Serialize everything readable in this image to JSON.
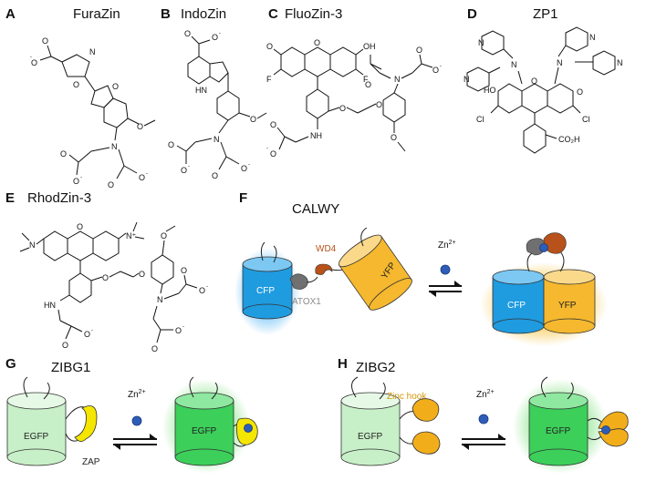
{
  "panels": {
    "A": {
      "letter": "A",
      "title": "FuraZin"
    },
    "B": {
      "letter": "B",
      "title": "IndoZin"
    },
    "C": {
      "letter": "C",
      "title": "FluoZin-3"
    },
    "D": {
      "letter": "D",
      "title": "ZP1"
    },
    "E": {
      "letter": "E",
      "title": "RhodZin-3"
    },
    "F": {
      "letter": "F",
      "title": "CALWY"
    },
    "G": {
      "letter": "G",
      "title": "ZIBG1"
    },
    "H": {
      "letter": "H",
      "title": "ZIBG2"
    }
  },
  "labels": {
    "cfp": "CFP",
    "yfp": "YFP",
    "atox1": "ATOX1",
    "wd4": "WD4",
    "egfp": "EGFP",
    "zap": "ZAP",
    "zinc_hook": "Zinc hook",
    "zn": "Zn",
    "zn_charge": "2+"
  },
  "atoms": {
    "o": "O",
    "n": "N",
    "nh": "NH",
    "hn": "HN",
    "ho": "HO",
    "oh": "OH",
    "f": "F",
    "cl": "Cl",
    "coo": "O",
    "neg": "-",
    "co2h": "CO₂H",
    "nplus": "N⁺"
  },
  "colors": {
    "cfp": "#1f9be0",
    "yfp": "#f5b82e",
    "egfp_light": "#c8f0c8",
    "egfp_dark": "#3ccf5a",
    "wd4": "#b8521a",
    "atox1": "#707070",
    "zap": "#f5e600",
    "zinc_hook": "#f2ae1a",
    "zinc": "#2e5db8"
  }
}
